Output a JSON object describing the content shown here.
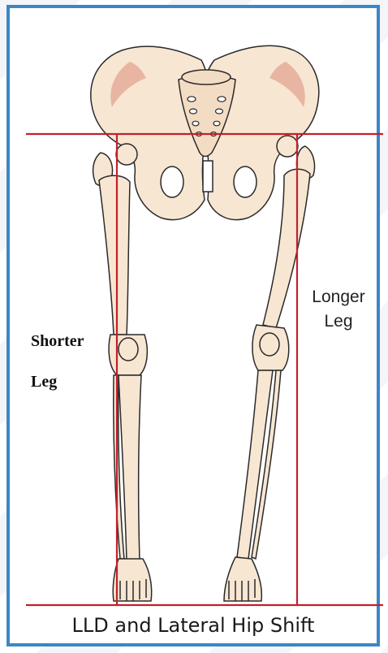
{
  "labels": {
    "shorter_line1": "Shorter",
    "shorter_line2": "Leg",
    "longer_line1": "Longer",
    "longer_line2": "Leg"
  },
  "caption": "LLD and Lateral Hip Shift",
  "colors": {
    "frame": "#3d86c6",
    "reference_line": "#c2202b",
    "bone_fill": "#f7e6d2",
    "bone_shade": "#e9b5a3",
    "bone_outline": "#2a2a2a"
  }
}
